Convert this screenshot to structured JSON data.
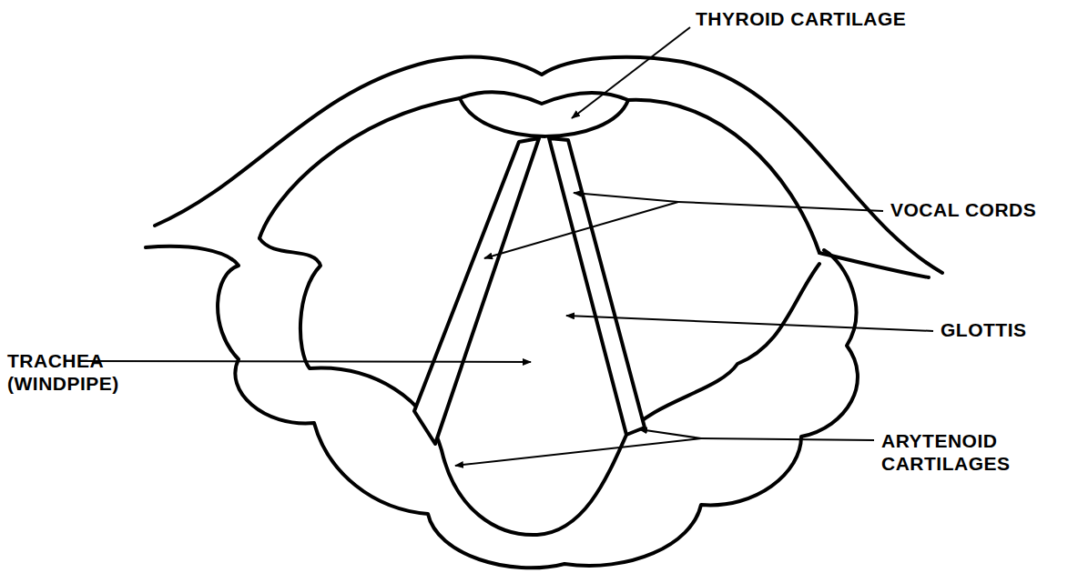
{
  "diagram": {
    "labels": [
      "THYROID CARTILAGE",
      "VOCAL CORDS",
      "GLOTTIS",
      "TRACHEA (WINDPIPE)",
      "ARYTENOID CARTILAGES"
    ]
  }
}
